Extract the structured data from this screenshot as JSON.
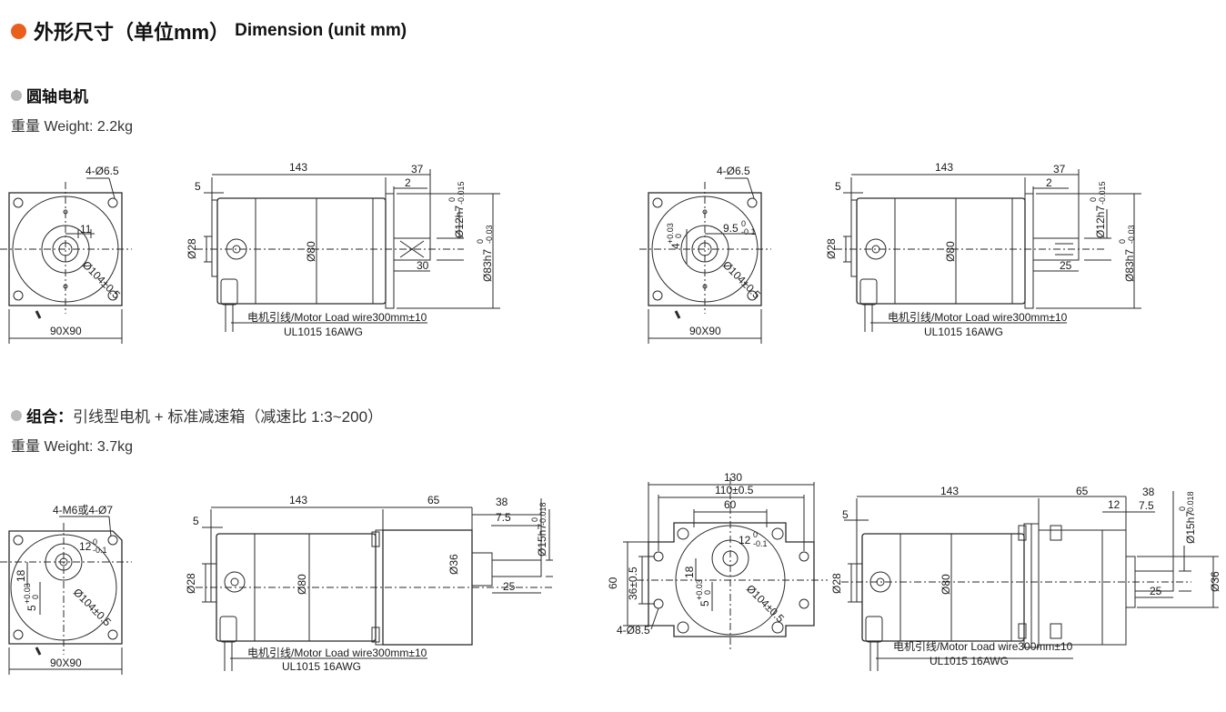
{
  "header": {
    "title_cn": "外形尺寸（单位mm）",
    "title_en": "Dimension (unit mm)"
  },
  "section1": {
    "title": "圆轴电机",
    "weight_label": "重量",
    "weight_value": "Weight: 2.2kg"
  },
  "section2": {
    "title": "组合：",
    "desc": "引线型电机 + 标准减速箱（减速比 1:3~200）",
    "weight_label": "重量",
    "weight_value": "Weight: 3.7kg"
  },
  "dims": {
    "holes_65": "4-Ø6.5",
    "holes_m6": "4-M6或4-Ø7",
    "holes_85": "4-Ø8.5",
    "pcd": "Ø104±0.5",
    "frame": "90X90",
    "key_11": "11",
    "len_143": "143",
    "len_37": "37",
    "len_65": "65",
    "len_38": "38",
    "len_2": "2",
    "len_5": "5",
    "len_30": "30",
    "len_25": "25",
    "len_12": "12",
    "len_7_5": "7.5",
    "d28": "Ø28",
    "d80": "Ø80",
    "d36": "Ø36",
    "shaft12": "Ø12h7",
    "tol12": "-0.015",
    "pilot83": "Ø83h7",
    "tol83": "-0.03",
    "shaft15": "Ø15h7",
    "tol15": "-0.018",
    "zero": "0",
    "key95": "9.5",
    "tol01": "-0.1",
    "key4": "4",
    "tol003": "+0.03",
    "key5": "5",
    "key12": "12",
    "key18": "18",
    "w130": "130",
    "w110": "110±0.5",
    "w60": "60",
    "h60": "60",
    "h36": "36±0.5",
    "wire": "电机引线/Motor Load wire300mm±10",
    "awg": "UL1015 16AWG"
  }
}
